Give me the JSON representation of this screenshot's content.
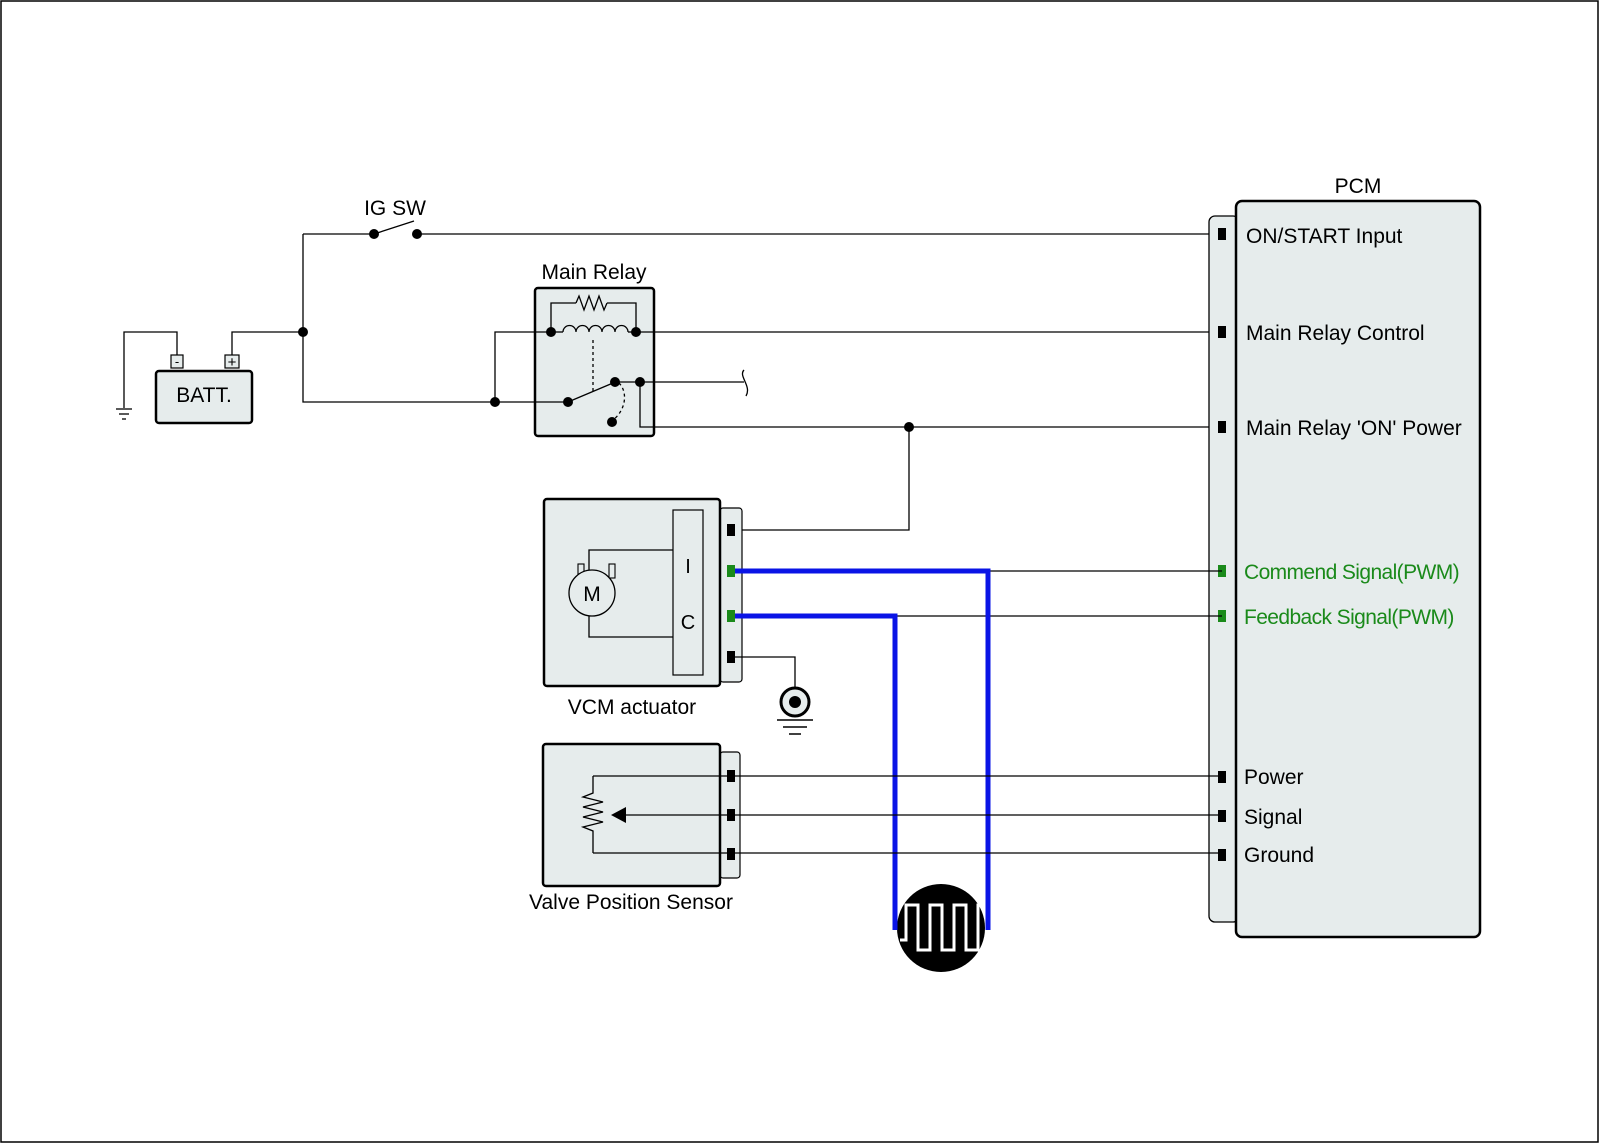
{
  "components": {
    "ig_switch": "IG SW",
    "main_relay": "Main Relay",
    "battery": "BATT.",
    "battery_minus": "-",
    "battery_plus": "+",
    "pcm": "PCM",
    "vcm_actuator": "VCM actuator",
    "motor": "M",
    "ic_terminal_i": "I",
    "ic_terminal_c": "C",
    "valve_position_sensor": "Valve Position Sensor"
  },
  "pcm_pins": [
    {
      "label": "ON/START Input",
      "color": "#000000"
    },
    {
      "label": "Main Relay Control",
      "color": "#000000"
    },
    {
      "label": "Main Relay 'ON' Power",
      "color": "#000000"
    },
    {
      "label": "Commend Signal(PWM)",
      "color": "#1a8a1a"
    },
    {
      "label": "Feedback Signal(PWM)",
      "color": "#1a8a1a"
    },
    {
      "label": "Power",
      "color": "#000000"
    },
    {
      "label": "Signal",
      "color": "#000000"
    },
    {
      "label": "Ground",
      "color": "#000000"
    }
  ],
  "colors": {
    "component_fill": "#e6ecec",
    "pwm_wire": "#0a14e6",
    "pwm_label": "#1a8a1a"
  },
  "icons": [
    "ground-symbol-icon",
    "chassis-ground-icon",
    "pwm-waveform-icon",
    "motor-icon",
    "potentiometer-icon",
    "relay-coil-icon",
    "resistor-icon"
  ]
}
